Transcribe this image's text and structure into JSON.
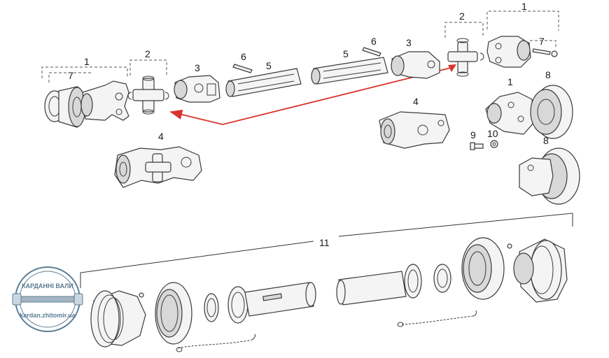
{
  "callouts": {
    "left_1": "1",
    "left_2": "2",
    "left_3": "3",
    "left_4": "4",
    "left_5": "5",
    "left_6": "6",
    "left_7": "7",
    "right_1_top": "1",
    "right_2": "2",
    "right_3": "3",
    "right_4": "4",
    "right_5": "5",
    "right_6": "6",
    "right_7": "7",
    "right_1_flange": "1",
    "right_8_top": "8",
    "right_8_bottom": "8",
    "right_9": "9",
    "right_10": "10",
    "guard_11": "11"
  },
  "stamp": {
    "top_text": "КАРДАННІ ВАЛИ",
    "bottom_text": "kardan.zhitomir.ua",
    "color": "#4a6f8a"
  },
  "colors": {
    "arrow": "#d9342b",
    "line": "#3a3a3a"
  }
}
